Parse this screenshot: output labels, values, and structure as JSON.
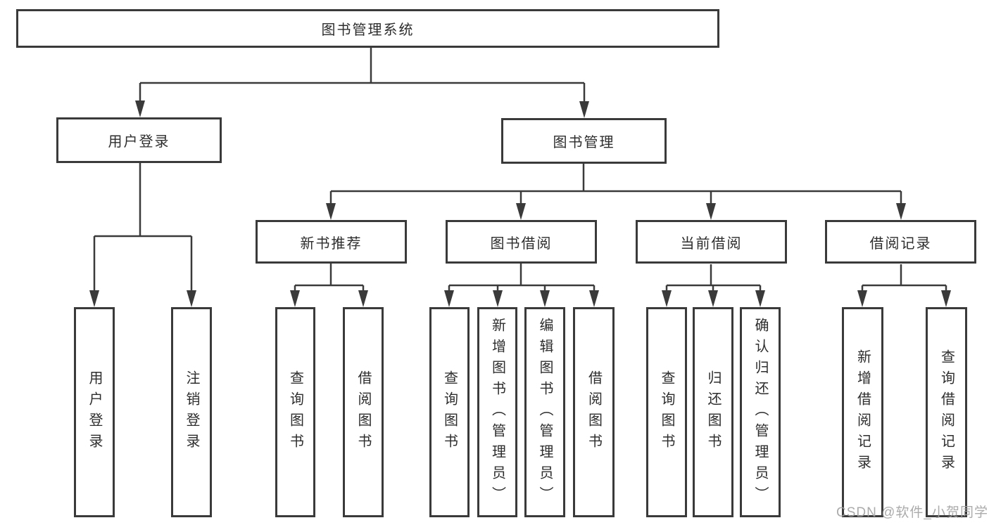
{
  "tree": {
    "label": "图书管理系统",
    "children": [
      {
        "label": "用户登录",
        "children": [
          {
            "label": "用户登录"
          },
          {
            "label": "注销登录"
          }
        ]
      },
      {
        "label": "图书管理",
        "children": [
          {
            "label": "新书推荐",
            "children": [
              {
                "label": "查询图书"
              },
              {
                "label": "借阅图书"
              }
            ]
          },
          {
            "label": "图书借阅",
            "children": [
              {
                "label": "查询图书"
              },
              {
                "label": "新增图书（管理员）"
              },
              {
                "label": "编辑图书（管理员）"
              },
              {
                "label": "借阅图书"
              }
            ]
          },
          {
            "label": "当前借阅",
            "children": [
              {
                "label": "查询图书"
              },
              {
                "label": "归还图书"
              },
              {
                "label": "确认归还（管理员）"
              }
            ]
          },
          {
            "label": "借阅记录",
            "children": [
              {
                "label": "新增借阅记录"
              },
              {
                "label": "查询借阅记录"
              }
            ]
          }
        ]
      }
    ]
  },
  "watermark": {
    "label": "CSDN @软件_小贺同学"
  },
  "colors": {
    "line": "#3a3a3a",
    "box_border": "#3a3a3a",
    "text": "#2d2d2d",
    "watermark": "#a2a2a2",
    "background": "#ffffff"
  }
}
